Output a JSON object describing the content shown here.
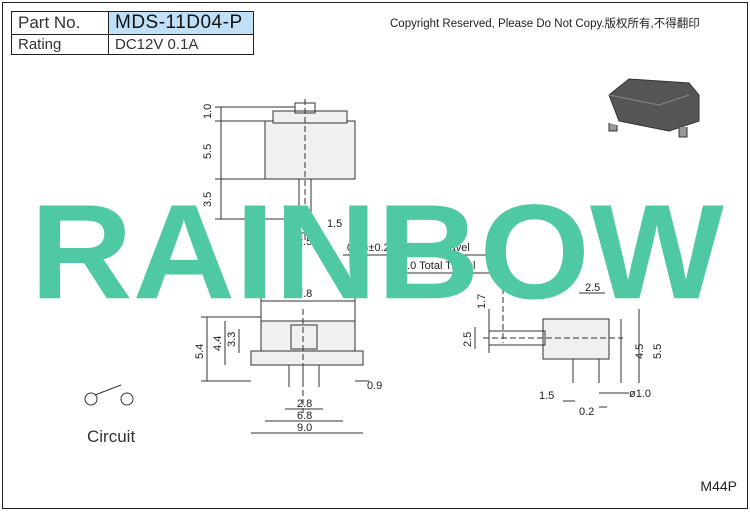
{
  "header": {
    "part_label": "Part No.",
    "part_value": "MDS-11D04-P",
    "rating_label": "Rating",
    "rating_value": "DC12V 0.1A"
  },
  "copyright": "Copyright Reserved, Please Do Not Copy.版权所有,不得翻印",
  "watermark": {
    "text": "RAINBOW",
    "color": "#4fc9a4"
  },
  "footer_code": "M44P",
  "circuit_label": "Circuit",
  "dimensions": {
    "top_view": {
      "d1": "1.0",
      "d2": "5.5",
      "d3": "3.5",
      "d4": "2.5",
      "d5": "1.5"
    },
    "travel": {
      "contact": "0.55±0.25 Contact Travel",
      "total": "2.0 Total Travel"
    },
    "front_view": {
      "w1": "7.8",
      "h1": "5.4",
      "h2": "4.4",
      "h3": "3.3",
      "w2": "2.8",
      "w3": "6.8",
      "w4": "9.0",
      "w5": "0.9"
    },
    "side_view": {
      "a": "2.5",
      "b": "1.7",
      "c": "2.5",
      "d": "4.5",
      "e": "5.5",
      "f": "1.5",
      "g": "ø1.0",
      "h": "0.2"
    }
  }
}
